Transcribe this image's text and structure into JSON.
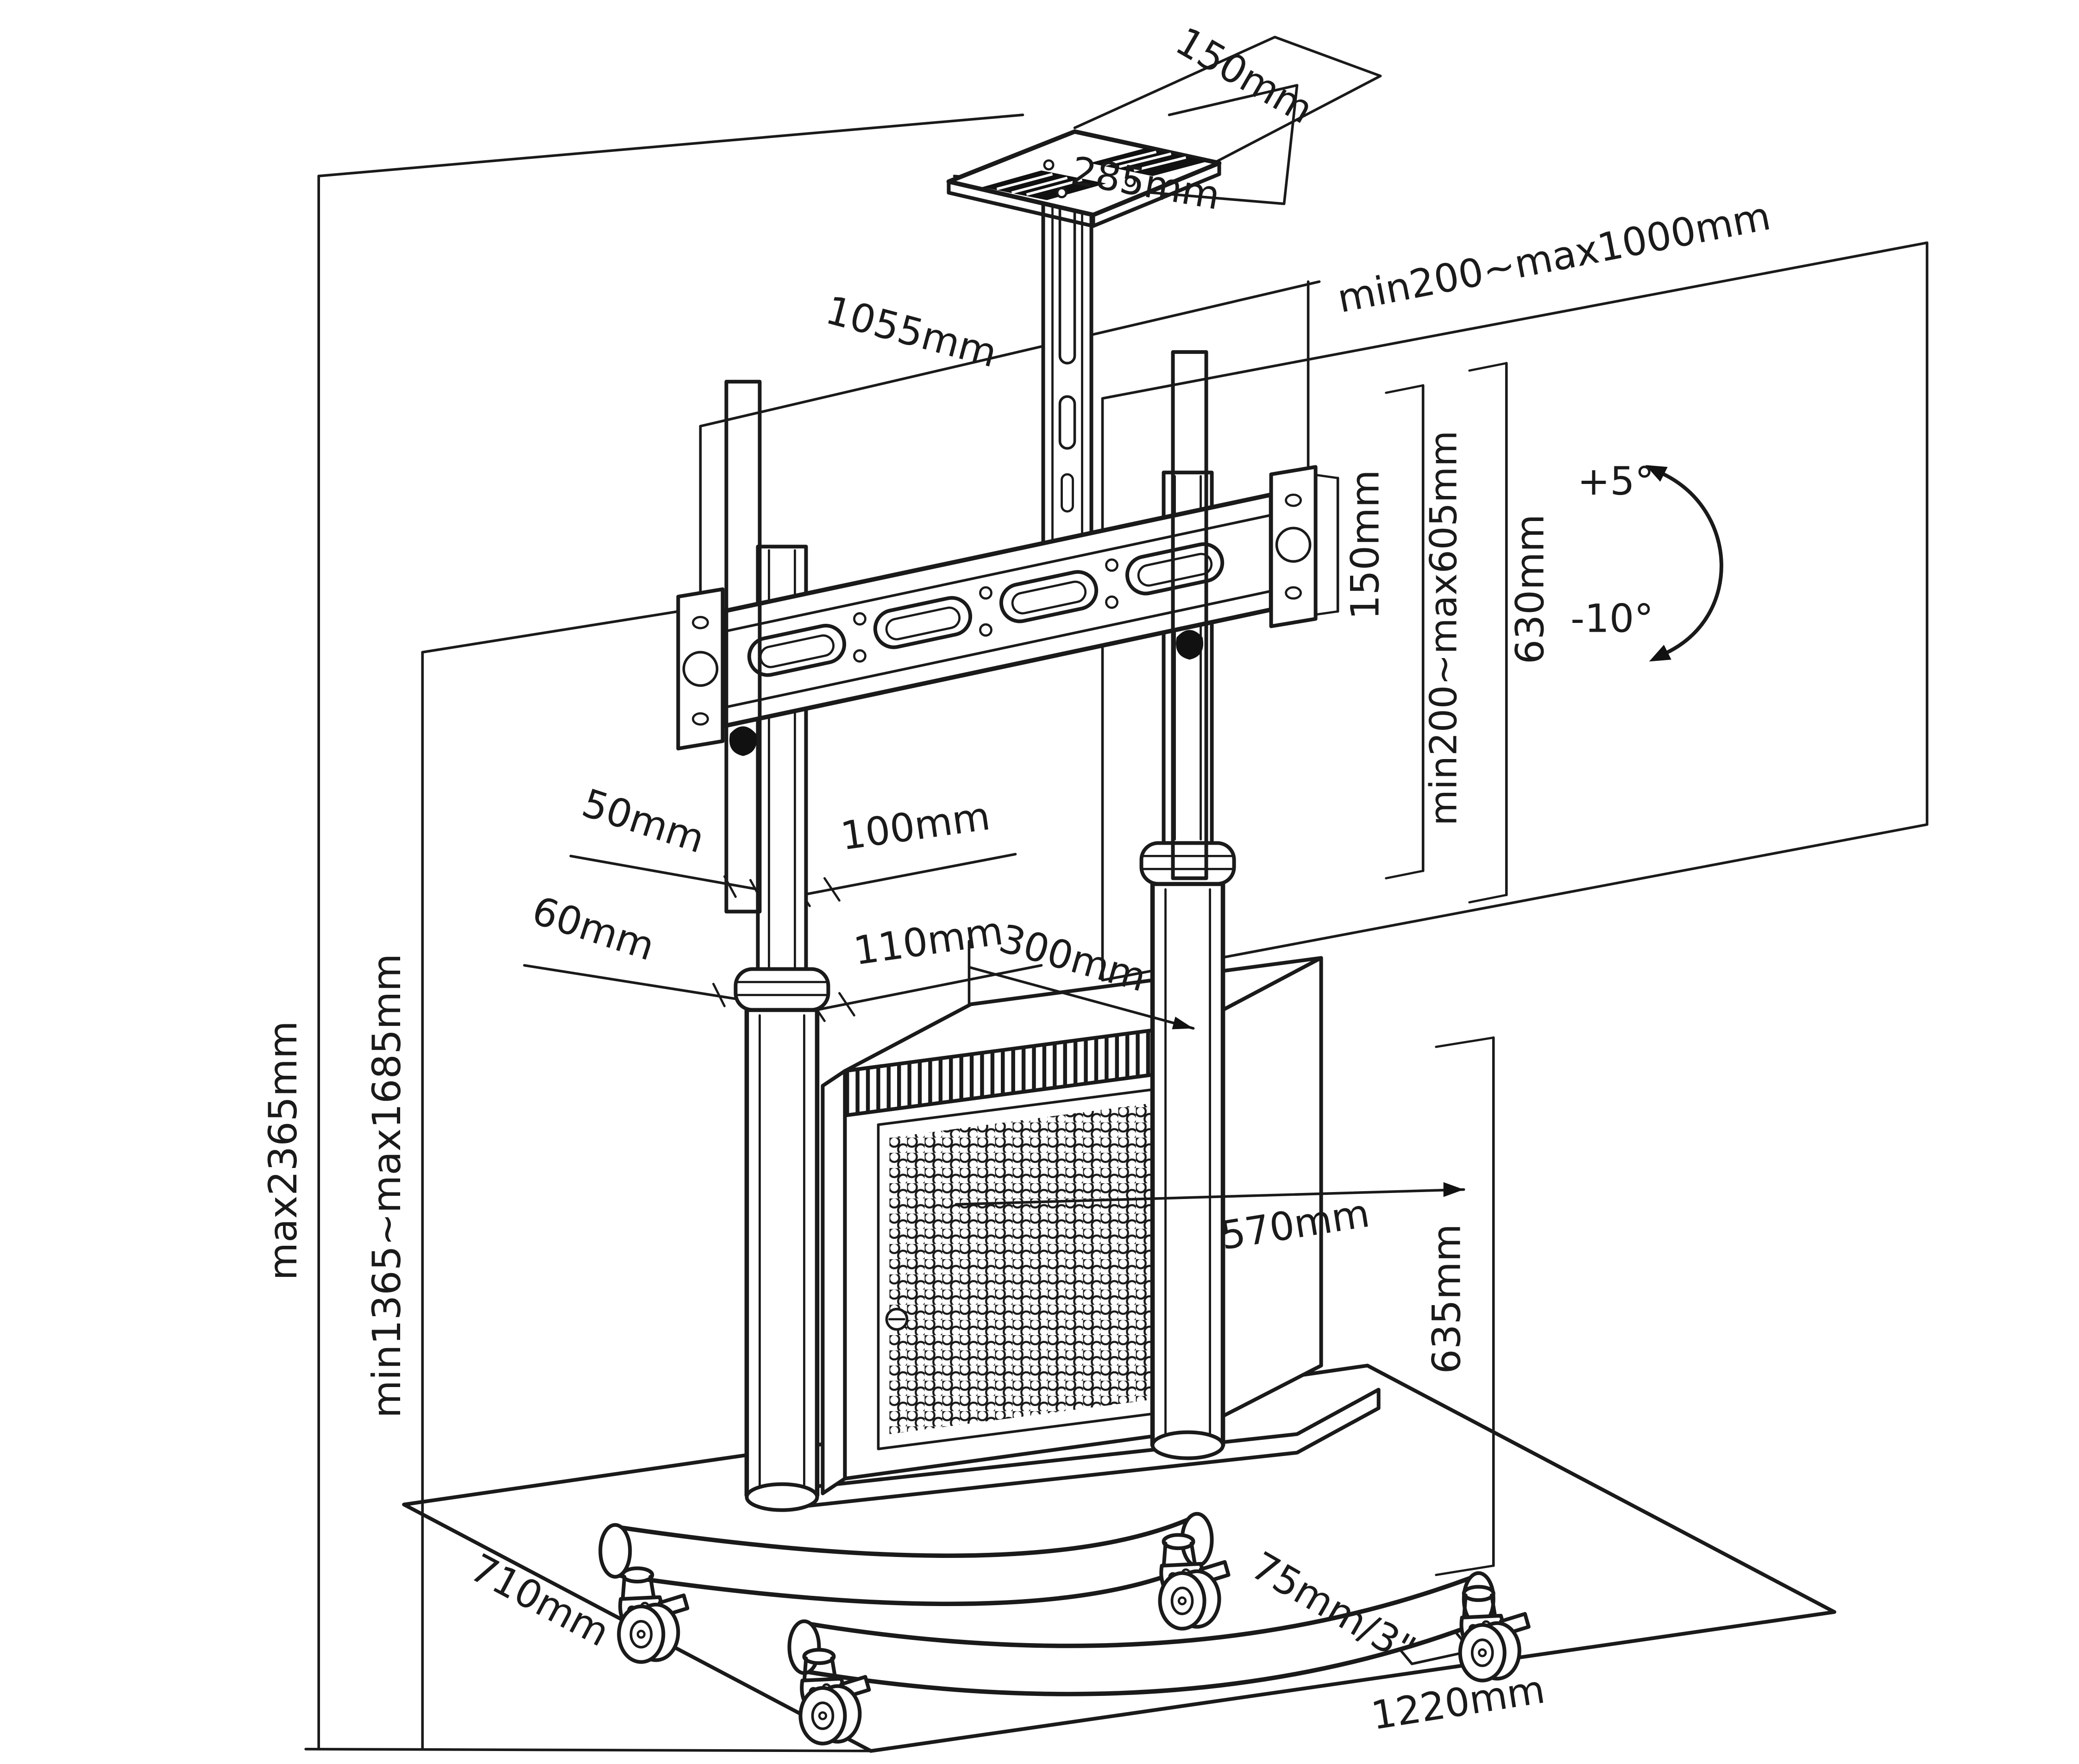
{
  "dims": {
    "shelf_width": "150mm",
    "shelf_depth": "285mm",
    "bracket_width": "1055mm",
    "vesa_width_range": "min200~max1000mm",
    "vesa_height_range": "min200~max605mm",
    "rail_height": "630mm",
    "bracket_height": "150mm",
    "tilt_up": "+5°",
    "tilt_down": "-10°",
    "upper_tube_depth": "50mm",
    "upper_tube_width": "100mm",
    "lower_tube_depth": "60mm",
    "lower_tube_width": "110mm",
    "cabinet_depth": "300mm",
    "cabinet_width": "570mm",
    "cabinet_height": "635mm",
    "max_height": "max2365mm",
    "height_range": "min1365~max1685mm",
    "base_depth": "710mm",
    "caster_size": "75mm/3\"",
    "base_width": "1220mm"
  },
  "colors": {
    "line": "#1a1a1a",
    "background": "#ffffff",
    "pad_fill": "#111111"
  }
}
